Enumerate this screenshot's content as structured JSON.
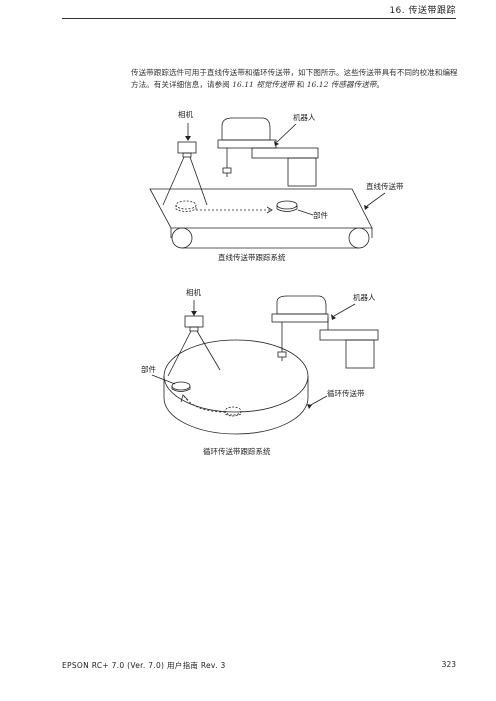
{
  "header": {
    "section_title": "16. 传送带跟踪"
  },
  "intro": {
    "text_before": "传送带跟踪选件可用于直线传送带和循环传送带，如下图所示。这些传送带具有不同的校准和编程方法。有关详细信息，请参阅 ",
    "ref1": "16.11 视觉传送带",
    "text_mid": " 和 ",
    "ref2": "16.12 传感器传送带",
    "text_end": "。"
  },
  "figure1": {
    "camera_label": "相机",
    "robot_label": "机器人",
    "conveyor_label": "直线传送带",
    "part_label": "部件",
    "caption": "直线传送带跟踪系统"
  },
  "figure2": {
    "camera_label": "相机",
    "robot_label": "机器人",
    "part_label": "部件",
    "conveyor_label": "循环传送带",
    "caption": "循环传送带跟踪系统"
  },
  "footer": {
    "manual_title": "EPSON RC+ 7.0 (Ver. 7.0) 用户指南 Rev. 3",
    "page_number": "323"
  }
}
